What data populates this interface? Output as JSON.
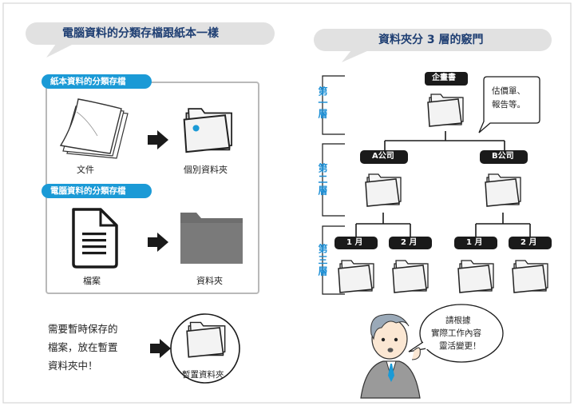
{
  "left_panel": {
    "title": "電腦資料的分類存檔跟紙本一樣",
    "paper_tag": "紙本資料的分類存檔",
    "paper_doc_label": "文件",
    "paper_folder_label": "個別資料夾",
    "digital_tag": "電腦資料的分類存檔",
    "file_label": "檔案",
    "folder_label": "資料夾",
    "temp_text_lines": [
      "需要暫時保存的",
      "檔案，放在暫置",
      "資料夾中！"
    ],
    "temp_folder_label": "暫置資料夾"
  },
  "right_panel": {
    "title": "資料夾分 3 層的竅門",
    "top_node": "企畫書",
    "note_lines": [
      "估價單、",
      "報告等。"
    ],
    "company_a": "A公司",
    "company_b": "B公司",
    "months": [
      "1 月",
      "2 月",
      "1 月",
      "2 月"
    ],
    "layers": [
      "第一層",
      "第二層",
      "第三層"
    ],
    "advice_lines": [
      "請根據",
      "實際工作內容",
      "靈活變更！"
    ]
  },
  "colors": {
    "header_pill": "#e1e1e1",
    "title_text": "#1f3f73",
    "blue_tag": "#1b9ad6",
    "layer_blue": "#1e90d6",
    "dark_pill": "#1a1a1a",
    "folder_fill": "#f3f3f3",
    "folder_dark": "#6e6e6e"
  },
  "icons": [
    "paper-stack-icon",
    "arrow-right-icon",
    "folder-icon",
    "document-icon",
    "character-illustration"
  ]
}
